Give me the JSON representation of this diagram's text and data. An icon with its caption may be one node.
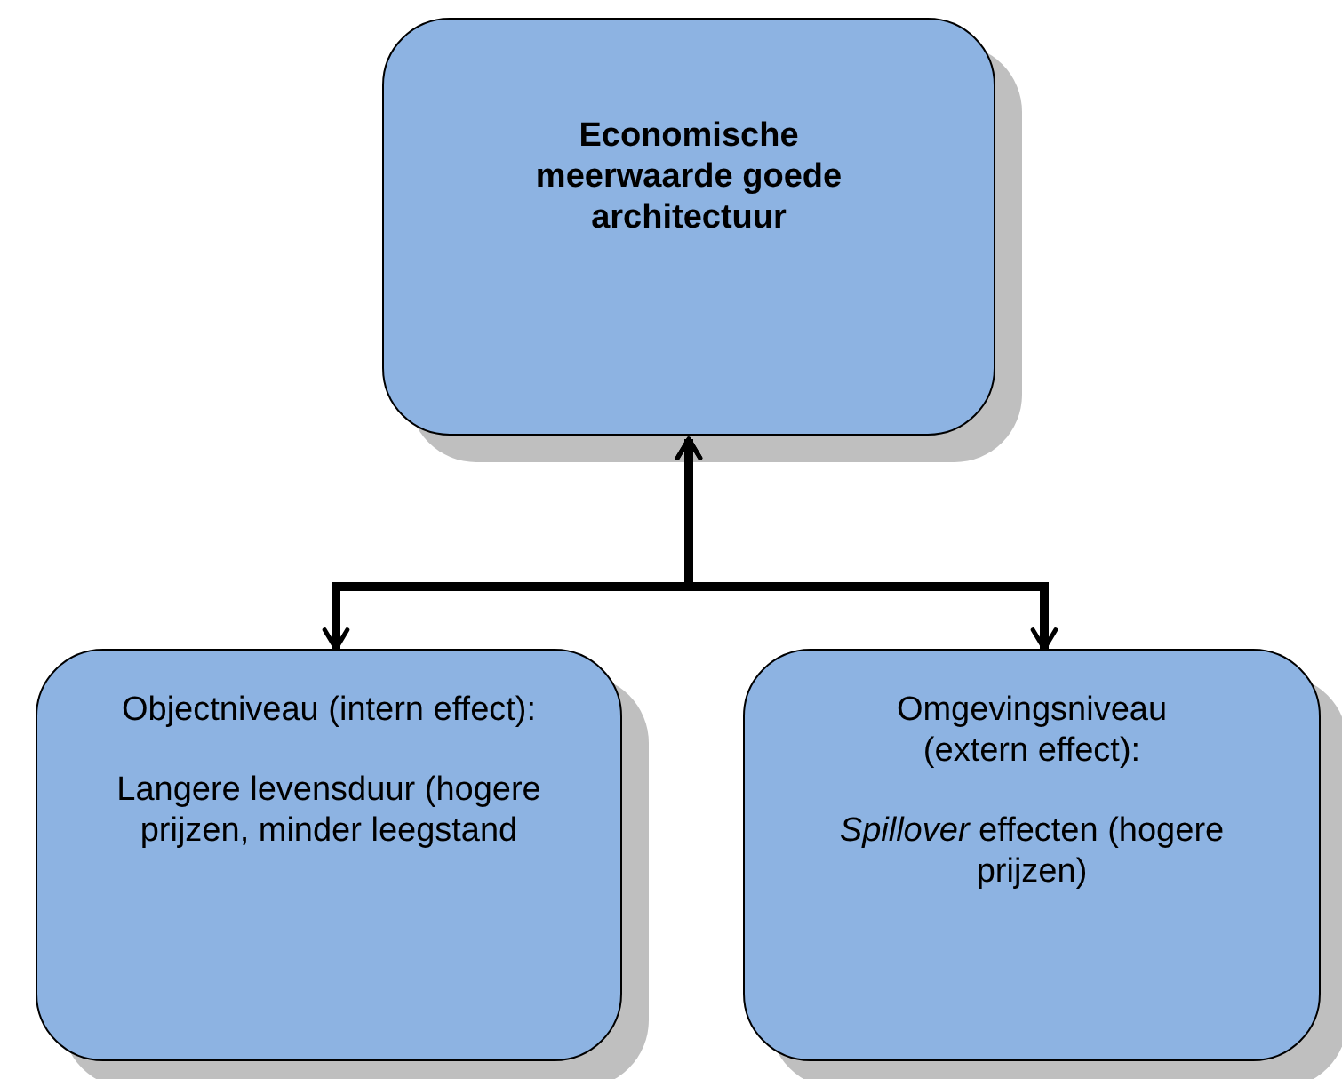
{
  "diagram": {
    "nodes": [
      {
        "text": [
          "Economische meerwaarde goede architectuur"
        ]
      },
      {
        "text": [
          "Objectniveau (intern effect):",
          "Langere levensduur (hogere prijzen, minder leegstand"
        ]
      },
      {
        "text": [
          "Omgevingsniveau (extern effect):",
          "*Spillover* effecten (hogere prijzen)"
        ]
      }
    ],
    "edges": [
      {
        "from": 1,
        "to": 0,
        "arrow": "both"
      },
      {
        "from": 2,
        "to": 0,
        "arrow": "both"
      }
    ]
  }
}
